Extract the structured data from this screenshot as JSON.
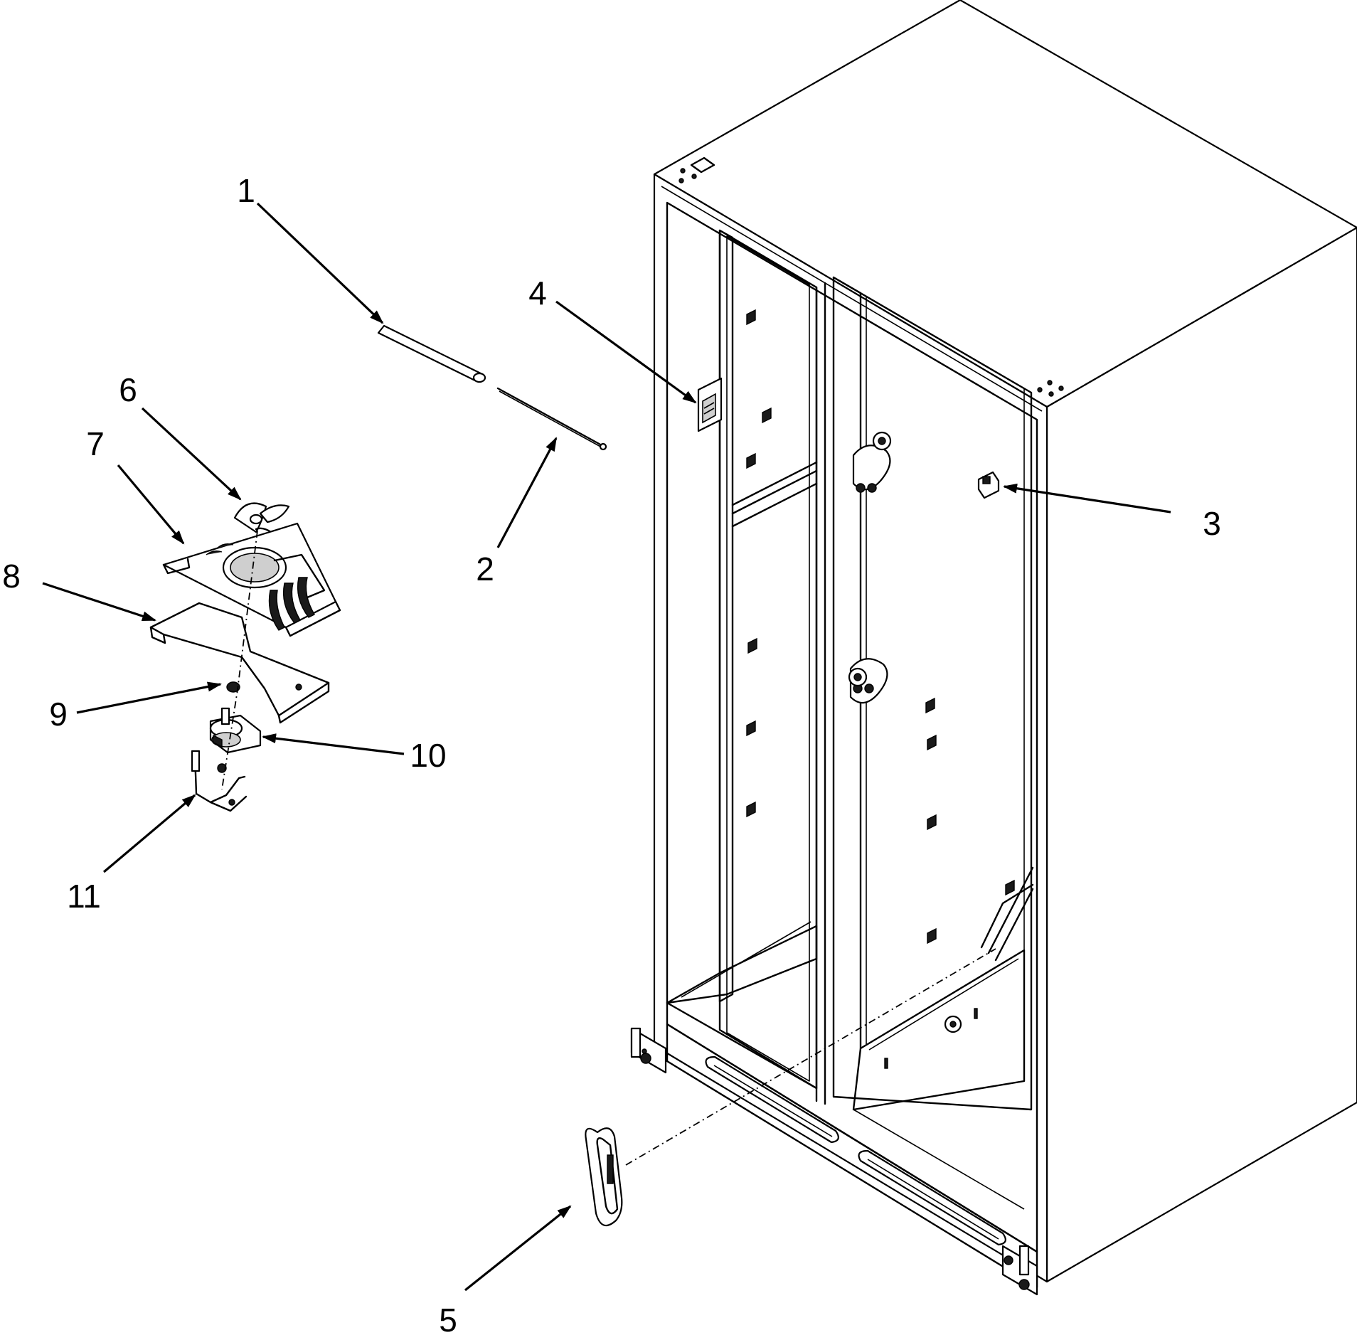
{
  "callouts": [
    {
      "id": "1",
      "label": "1"
    },
    {
      "id": "2",
      "label": "2"
    },
    {
      "id": "3",
      "label": "3"
    },
    {
      "id": "4",
      "label": "4"
    },
    {
      "id": "5",
      "label": "5"
    },
    {
      "id": "6",
      "label": "6"
    },
    {
      "id": "7",
      "label": "7"
    },
    {
      "id": "8",
      "label": "8"
    },
    {
      "id": "9",
      "label": "9"
    },
    {
      "id": "10",
      "label": "10"
    },
    {
      "id": "11",
      "label": "11"
    }
  ],
  "icons": {
    "cabinet": "refrigerator-cabinet-drawing",
    "parts": [
      "tube",
      "rod",
      "clip",
      "switch",
      "grille-insert",
      "fan-blade",
      "fan-bracket",
      "fan-shroud",
      "grommet",
      "fan-motor",
      "motor-bracket"
    ]
  }
}
